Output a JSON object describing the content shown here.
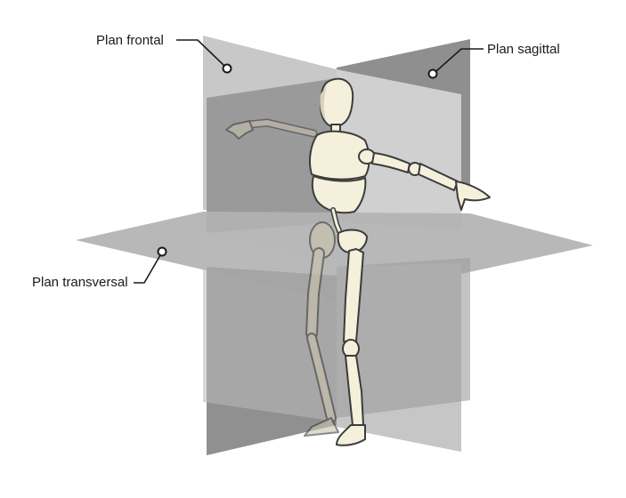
{
  "labels": {
    "frontal": "Plan frontal",
    "sagittal": "Plan sagittal",
    "transversal": "Plan transversal"
  },
  "colors": {
    "background": "#ffffff",
    "plane_light": "#c4c4c4",
    "plane_mid": "#a9a9a9",
    "plane_dark": "#8c8c8c",
    "figure_fill": "#f5f0dc",
    "figure_shade": "#d8d2b8",
    "outline": "#3c3c3c",
    "leader": "#1a1a1a"
  },
  "icons": {
    "leader_marker": "ring-marker"
  }
}
